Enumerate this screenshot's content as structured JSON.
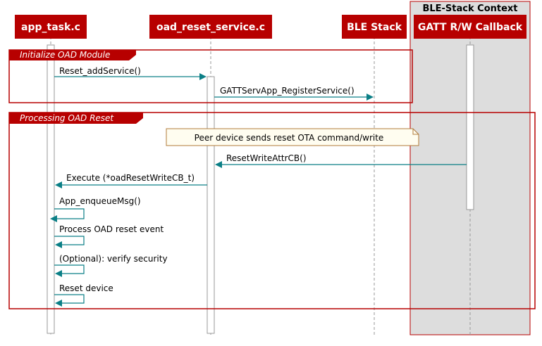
{
  "colors": {
    "accent": "#b70000",
    "arrow": "#0b7f86",
    "box_fill": "#dddddd",
    "note_fill": "#fffdf0",
    "note_border": "#b07a3a"
  },
  "box": {
    "title": "BLE-Stack Context"
  },
  "participants": [
    {
      "id": "app",
      "label": "app_task.c"
    },
    {
      "id": "oad",
      "label": "oad_reset_service.c"
    },
    {
      "id": "ble",
      "label": "BLE Stack"
    },
    {
      "id": "gatt",
      "label": "GATT R/W Callback"
    }
  ],
  "groups": [
    {
      "label": "Initialize OAD Module"
    },
    {
      "label": "Processing OAD Reset"
    }
  ],
  "note": {
    "text": "Peer device sends reset OTA command/write"
  },
  "messages": [
    {
      "from": "app",
      "to": "oad",
      "label": "Reset_addService()"
    },
    {
      "from": "oad",
      "to": "ble",
      "label": "GATTServApp_RegisterService()"
    },
    {
      "from": "gatt",
      "to": "oad",
      "label": "ResetWriteAttrCB()"
    },
    {
      "from": "oad",
      "to": "app",
      "label": "Execute (*oadResetWriteCB_t)"
    },
    {
      "from": "app",
      "to": "app",
      "label": "App_enqueueMsg()"
    },
    {
      "from": "app",
      "to": "app",
      "label": "Process OAD reset event"
    },
    {
      "from": "app",
      "to": "app",
      "label": "(Optional): verify security"
    },
    {
      "from": "app",
      "to": "app",
      "label": "Reset device"
    }
  ]
}
